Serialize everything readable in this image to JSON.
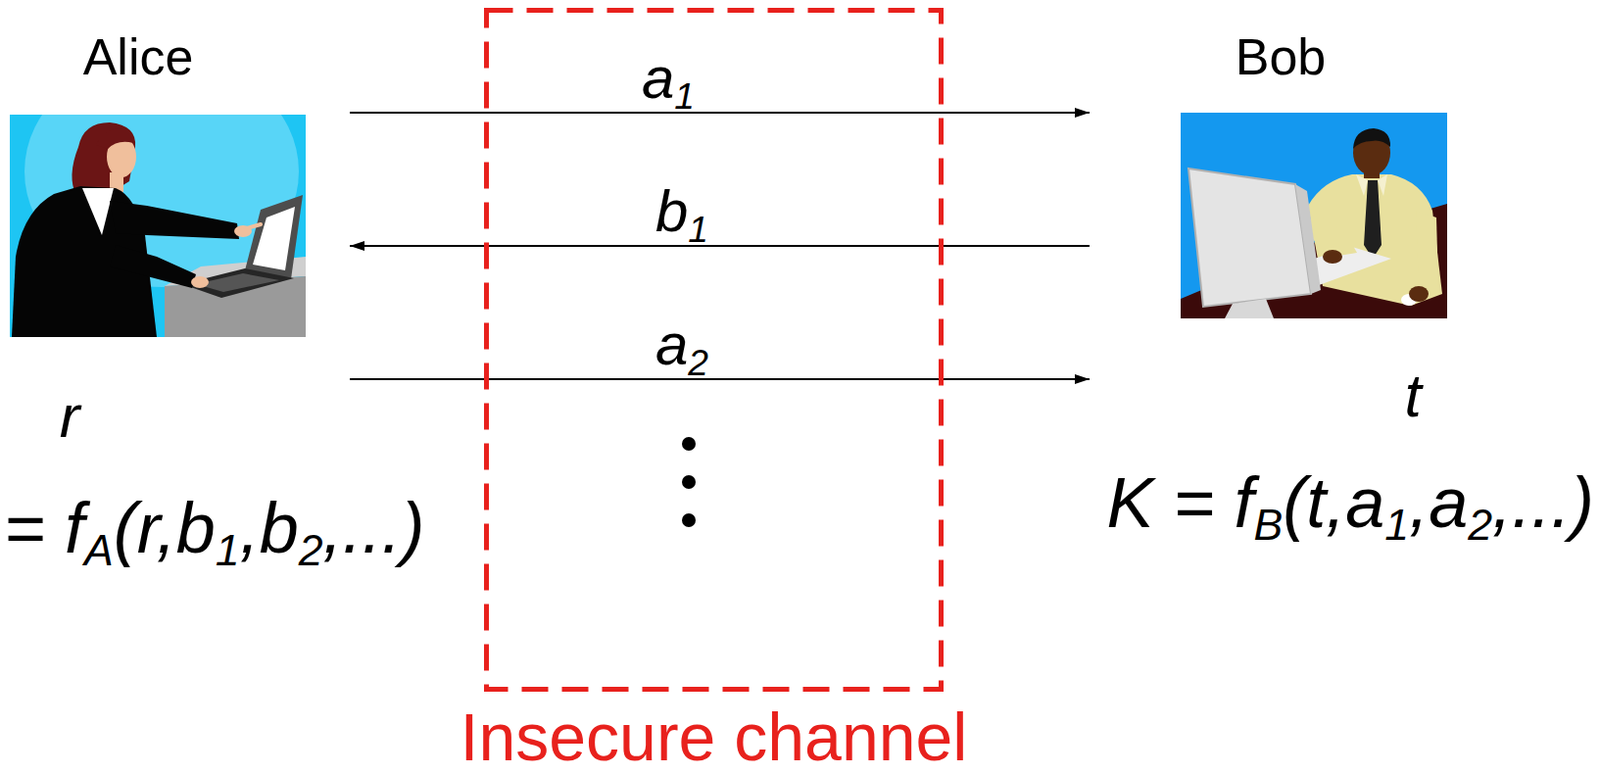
{
  "diagram": {
    "nodes": [
      {
        "text": [
          "Alice"
        ]
      },
      {
        "text": [
          "Bob"
        ]
      },
      {
        "text": [
          "Insecure channel"
        ]
      }
    ],
    "edges": [
      {
        "from": 0,
        "to": 1,
        "arrow": "to",
        "label": "a1"
      },
      {
        "from": 1,
        "to": 0,
        "arrow": "to",
        "label": "b1"
      },
      {
        "from": 0,
        "to": 1,
        "arrow": "to",
        "label": "a2"
      }
    ],
    "labels": [
      "r",
      "= fA(r,b1,b2,...)",
      "t",
      "K = fB(t,a1,a2,...)"
    ]
  }
}
